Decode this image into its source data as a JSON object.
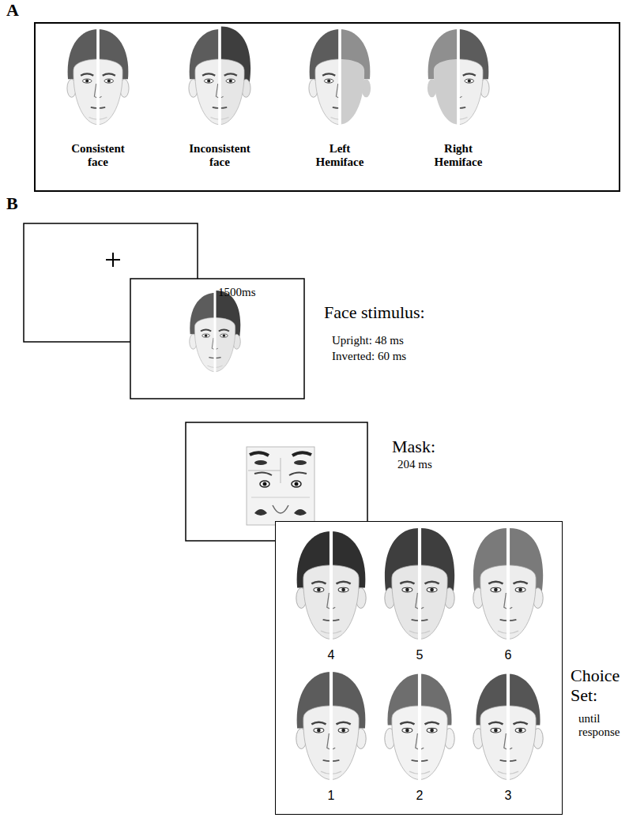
{
  "diagram": {
    "nodes": [
      {
        "text": [
          "A",
          "Consistent face",
          "Inconsistent face",
          "Left Hemiface",
          "Right Hemiface"
        ]
      },
      {
        "text": [
          "4",
          "5",
          "6",
          "1",
          "2",
          "3"
        ]
      }
    ],
    "labels": [
      "B",
      "1500ms",
      "Face stimulus:",
      "Upright: 48 ms",
      "Inverted: 60 ms",
      "Mask:",
      "204 ms",
      "Choice Set:",
      "until response"
    ]
  }
}
